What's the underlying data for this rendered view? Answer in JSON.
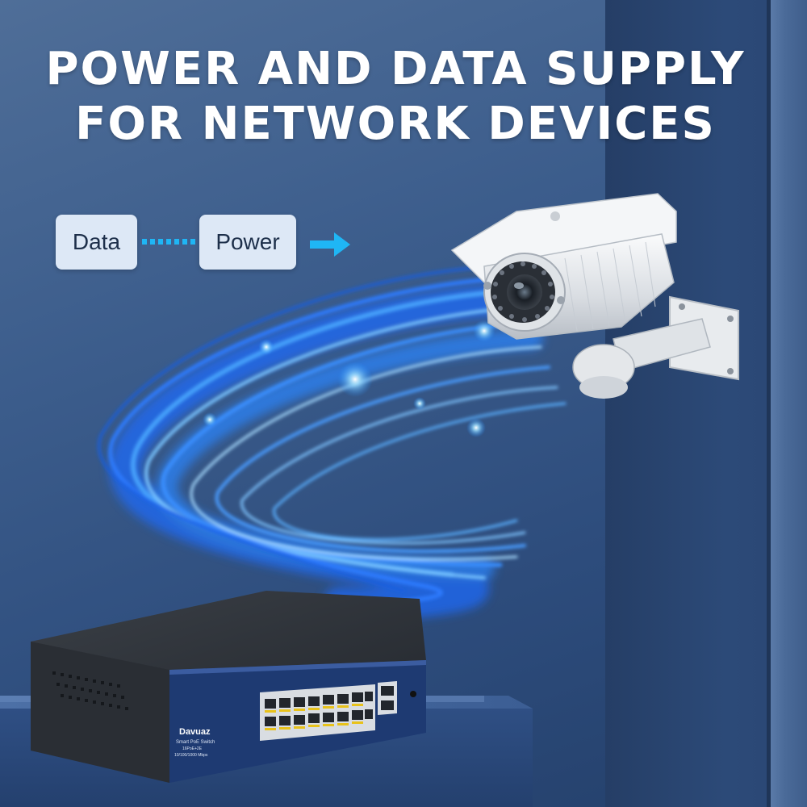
{
  "headline": {
    "line1": "POWER AND DATA SUPPLY",
    "line2": "FOR NETWORK DEVICES"
  },
  "flow": {
    "data_label": "Data",
    "power_label": "Power"
  },
  "switch": {
    "brand": "Davuaz",
    "model": "Smart PoE Switch",
    "ports": "16PoE+2E",
    "speed": "10/100/1000 Mbps"
  },
  "colors": {
    "accent": "#1fb6f5",
    "background": "#3c5d8c",
    "pill": "#dde8f6"
  }
}
